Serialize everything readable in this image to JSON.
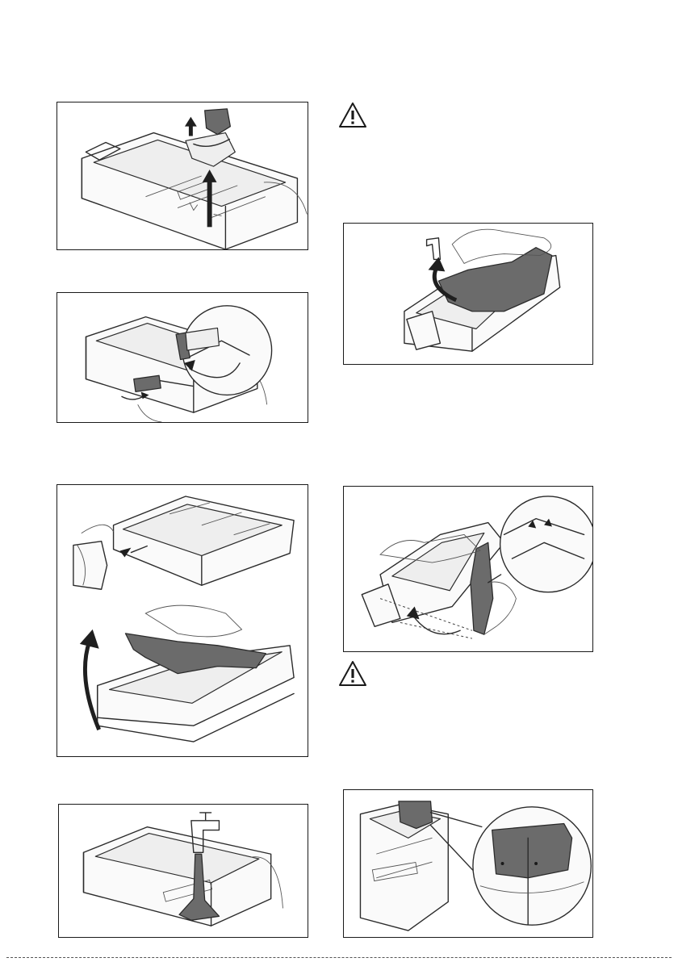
{
  "figures": [
    {
      "id": "remove-siphon-cap",
      "icon": "arrow-up-icon"
    },
    {
      "id": "release-latch",
      "icon": "rotate-arrow-icon"
    },
    {
      "id": "lift-flap",
      "icon": "curved-arrow-icon"
    },
    {
      "id": "remove-insert",
      "icon": "curved-arrow-icon"
    },
    {
      "id": "press-release-and-lift-insert",
      "icon": "curved-arrow-icon"
    },
    {
      "id": "refit-insert",
      "icon": "curved-arrow-icon"
    },
    {
      "id": "rinse-under-tap",
      "icon": "tap-icon"
    },
    {
      "id": "refit-siphon-detail",
      "icon": "magnifier-icon"
    }
  ],
  "warnings": [
    {
      "icon": "warning-triangle-icon"
    },
    {
      "icon": "warning-triangle-icon"
    }
  ],
  "colors": {
    "line": "#2b2b2b",
    "part_fill": "#6b6b6b",
    "background": "#ffffff"
  }
}
